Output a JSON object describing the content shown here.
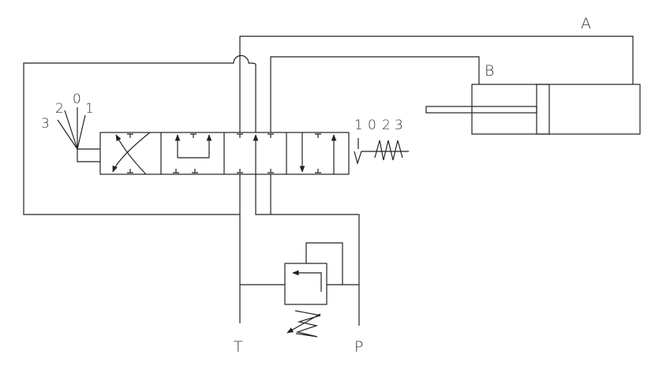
{
  "ports": {
    "A": "A",
    "B": "B",
    "T": "T",
    "P": "P"
  },
  "lever_positions": {
    "p3": "3",
    "p2": "2",
    "p0": "0",
    "p1": "1"
  },
  "detent_positions": {
    "p1": "1",
    "p0": "0",
    "p2": "2",
    "p3": "3"
  },
  "colors": {
    "line": "#222222",
    "background": "#ffffff"
  }
}
